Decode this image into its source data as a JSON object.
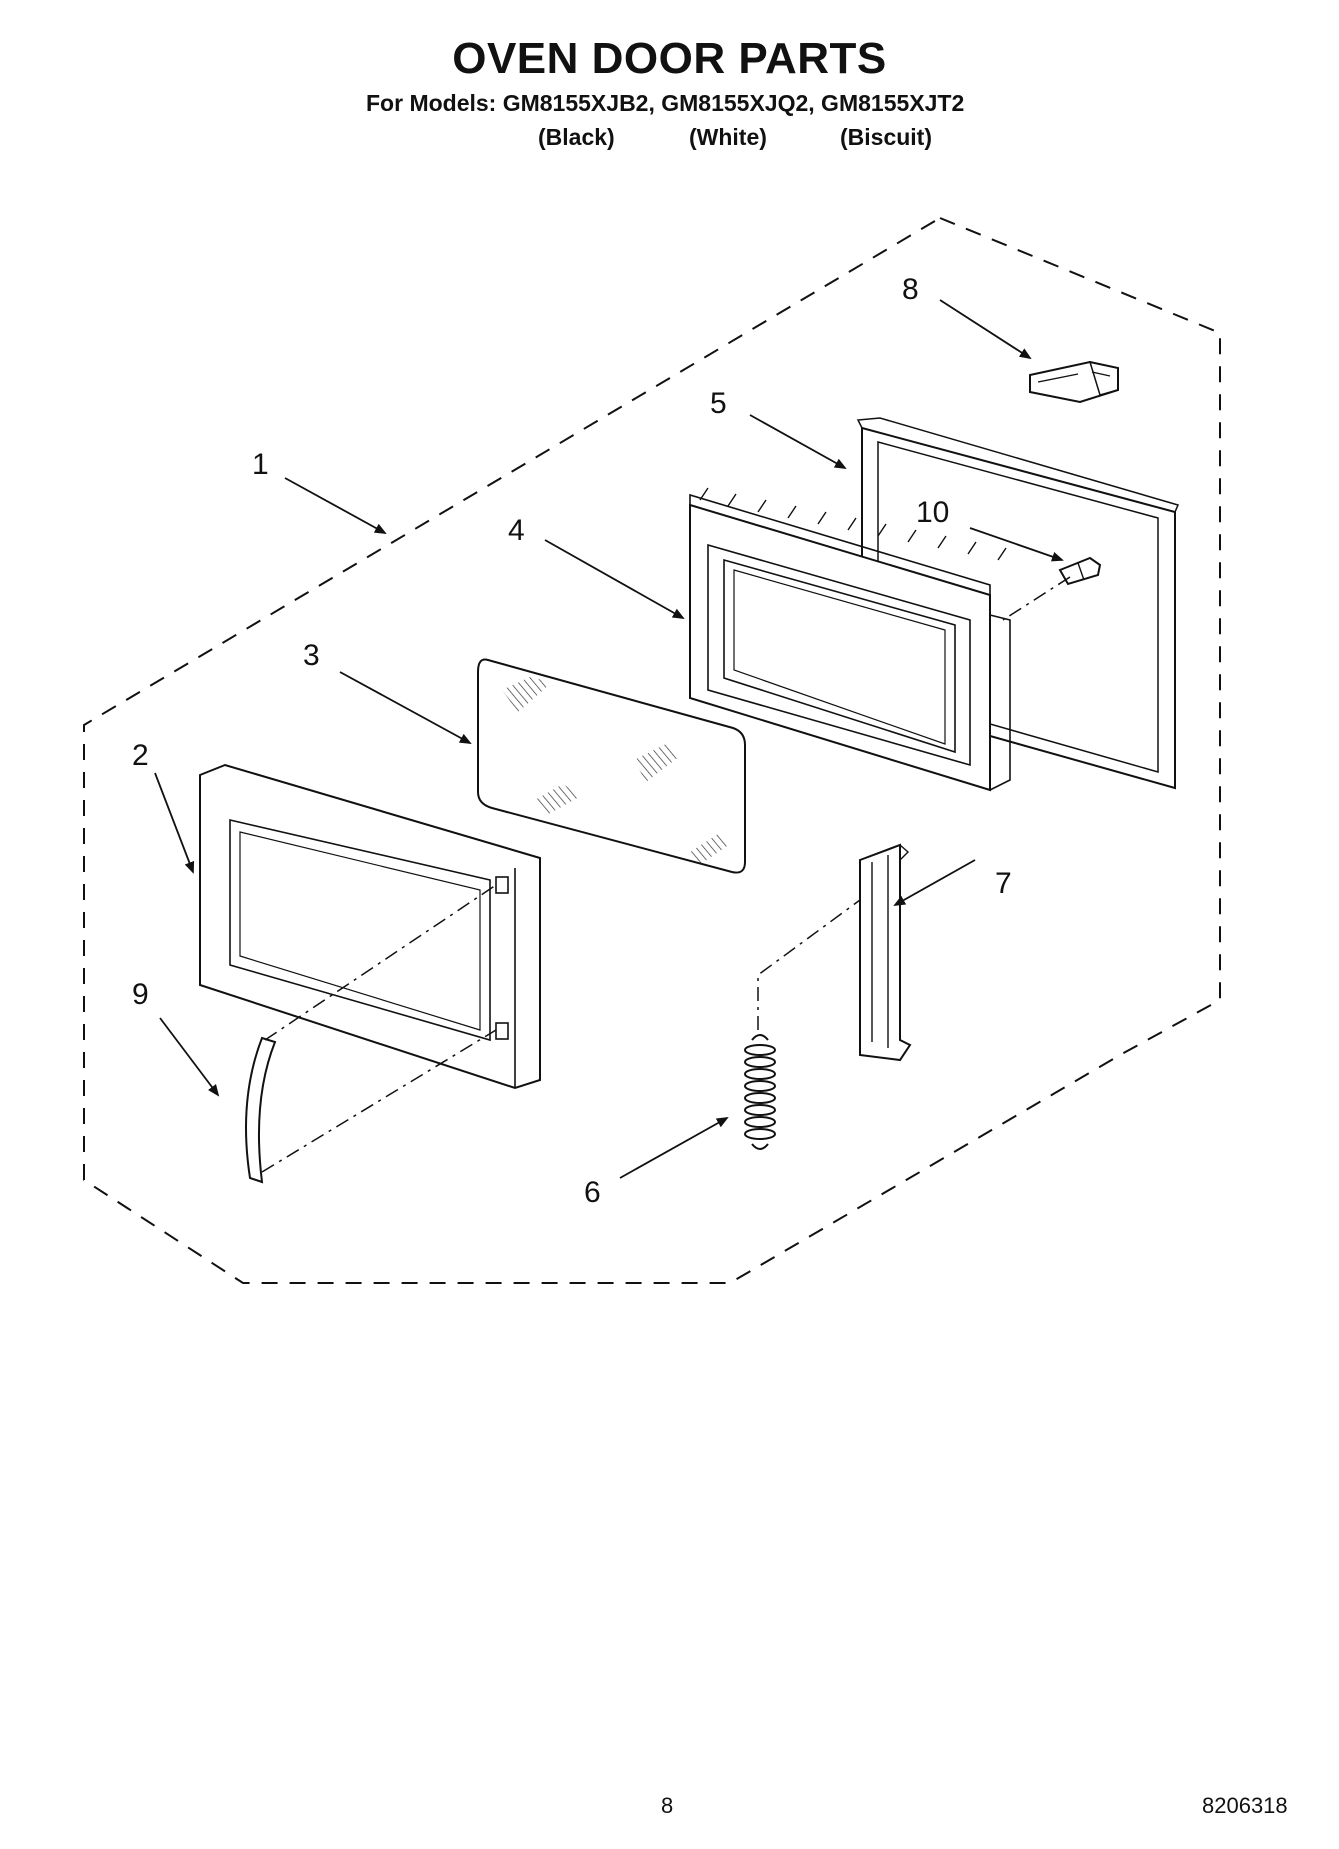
{
  "header": {
    "title": "OVEN DOOR PARTS",
    "models_line": "For Models: GM8155XJB2, GM8155XJQ2, GM8155XJT2",
    "variants": [
      "(Black)",
      "(White)",
      "(Biscuit)"
    ]
  },
  "callouts": {
    "c1": "1",
    "c2": "2",
    "c3": "3",
    "c4": "4",
    "c5": "5",
    "c6": "6",
    "c7": "7",
    "c8": "8",
    "c9": "9",
    "c10": "10"
  },
  "footer": {
    "page_number": "8",
    "document_number": "8206318"
  }
}
